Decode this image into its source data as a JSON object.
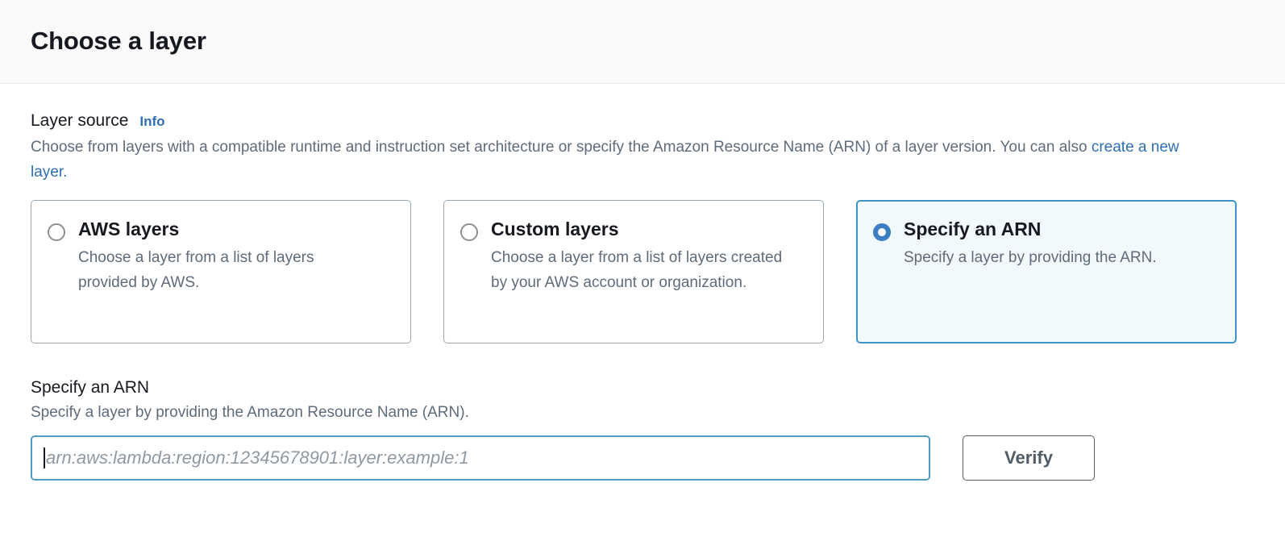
{
  "header": {
    "title": "Choose a layer"
  },
  "layer_source": {
    "label": "Layer source",
    "info_link": "Info",
    "description_before_link": "Choose from layers with a compatible runtime and instruction set architecture or specify the Amazon Resource Name (ARN) of a layer version. You can also ",
    "description_link": "create a new layer.",
    "options": [
      {
        "title": "AWS layers",
        "description": "Choose a layer from a list of layers provided by AWS.",
        "selected": false
      },
      {
        "title": "Custom layers",
        "description": "Choose a layer from a list of layers created by your AWS account or organization.",
        "selected": false
      },
      {
        "title": "Specify an ARN",
        "description": "Specify a layer by providing the ARN.",
        "selected": true
      }
    ]
  },
  "arn_section": {
    "label": "Specify an ARN",
    "description": "Specify a layer by providing the Amazon Resource Name (ARN).",
    "input_value": "",
    "input_placeholder": "arn:aws:lambda:region:12345678901:layer:example:1",
    "verify_label": "Verify"
  },
  "colors": {
    "accent_blue": "#3b7fc2",
    "link_blue": "#2f6fb4",
    "selected_tile_border": "#3d93c4",
    "selected_tile_bg": "#f2f9fd",
    "focus_border": "#4d9ec4",
    "text_dark": "#16191f",
    "text_muted": "#5f6b7a",
    "header_bg": "#fafafa"
  }
}
